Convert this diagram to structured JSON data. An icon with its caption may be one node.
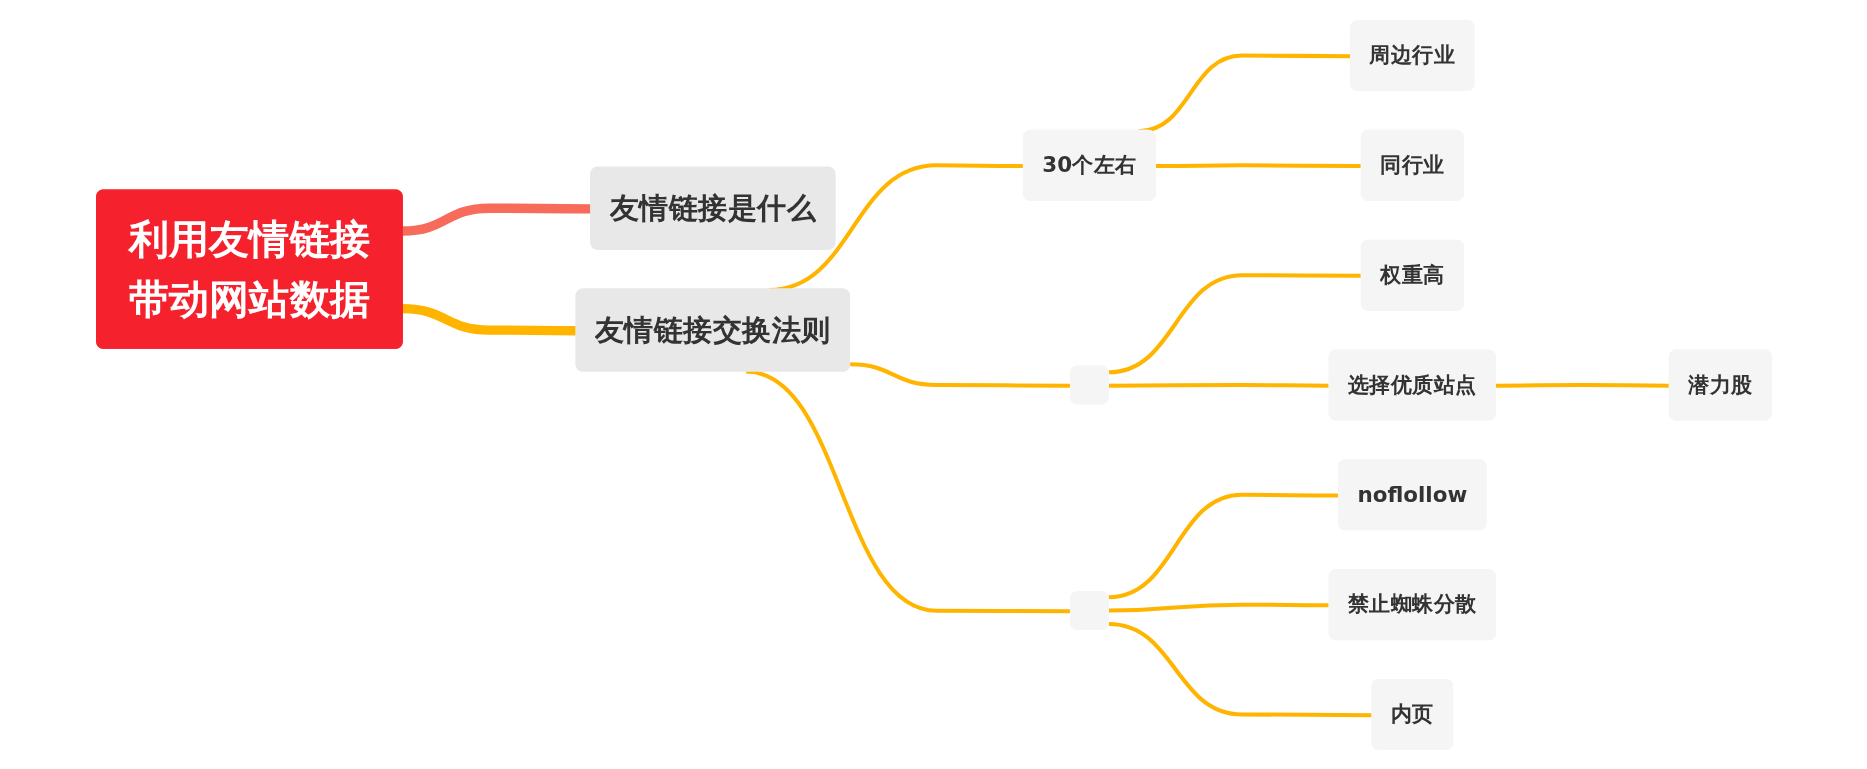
{
  "diagram": {
    "nodes": [
      {
        "text": [
          "利用友情链接带动网站数据"
        ]
      },
      {
        "text": [
          "友情链接是什么"
        ]
      },
      {
        "text": [
          "友情链接交换法则"
        ]
      },
      {
        "text": [
          "30个左右"
        ]
      },
      {
        "text": [
          "周边行业"
        ]
      },
      {
        "text": [
          "同行业"
        ]
      },
      {
        "text": [],
        "shape": "box"
      },
      {
        "text": [
          "权重高"
        ]
      },
      {
        "text": [
          "选择优质站点"
        ]
      },
      {
        "text": [
          "潜力股"
        ]
      },
      {
        "text": [],
        "shape": "box"
      },
      {
        "text": [
          "noflollow"
        ]
      },
      {
        "text": [
          "禁止蜘蛛分散"
        ]
      },
      {
        "text": [
          "内页"
        ]
      }
    ],
    "edges": [
      {
        "from": 0,
        "to": 1,
        "arrow": "none",
        "style": "thick",
        "color": "#f76b5b"
      },
      {
        "from": 0,
        "to": 2,
        "arrow": "none",
        "style": "thick"
      },
      {
        "from": 2,
        "to": 3,
        "arrow": "none"
      },
      {
        "from": 3,
        "to": 4,
        "arrow": "none"
      },
      {
        "from": 3,
        "to": 5,
        "arrow": "none"
      },
      {
        "from": 2,
        "to": 6,
        "arrow": "none"
      },
      {
        "from": 6,
        "to": 7,
        "arrow": "none"
      },
      {
        "from": 6,
        "to": 8,
        "arrow": "none"
      },
      {
        "from": 8,
        "to": 9,
        "arrow": "none"
      },
      {
        "from": 2,
        "to": 10,
        "arrow": "none"
      },
      {
        "from": 10,
        "to": 11,
        "arrow": "none"
      },
      {
        "from": 10,
        "to": 12,
        "arrow": "none"
      },
      {
        "from": 10,
        "to": 13,
        "arrow": "none"
      }
    ]
  }
}
